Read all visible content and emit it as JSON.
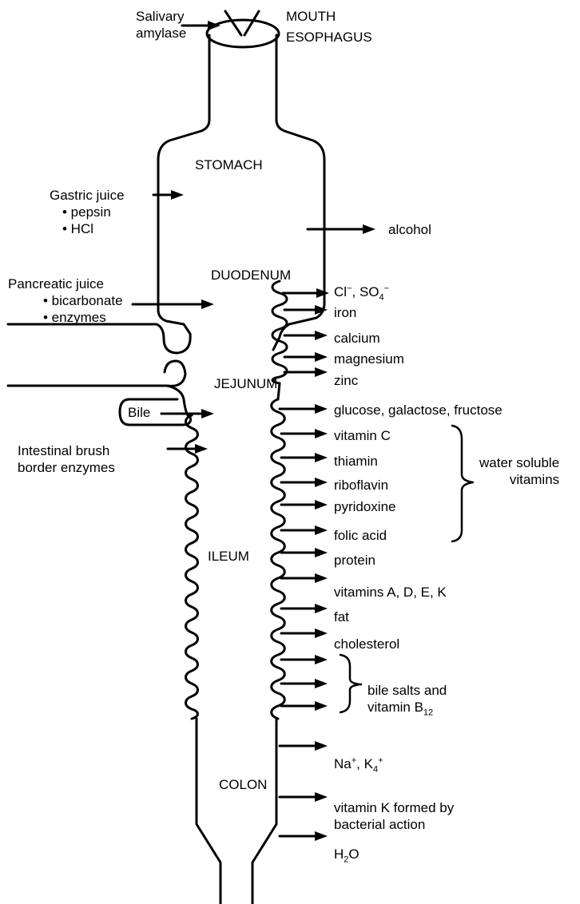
{
  "organs": {
    "mouth": "MOUTH",
    "esophagus": "ESOPHAGUS",
    "stomach": "STOMACH",
    "duodenum": "DUODENUM",
    "jejunum": "JEJUNUM",
    "ileum": "ILEUM",
    "colon": "COLON"
  },
  "secretions": {
    "salivary": [
      "Salivary",
      "amylase"
    ],
    "gastric": {
      "title": "Gastric juice",
      "items": [
        "• pepsin",
        "• HCl"
      ]
    },
    "pancreatic": {
      "title": "Pancreatic juice",
      "items": [
        "• bicarbonate",
        "• enzymes"
      ]
    },
    "bile": "Bile",
    "brush_border": [
      "Intestinal brush",
      "border enzymes"
    ]
  },
  "absorbed": {
    "stomach": "alcohol",
    "duodenum_ions": {
      "text": "Cl",
      "sup1": "−",
      "mid": ", SO",
      "sub": "4",
      "sup2": "−"
    },
    "duodenum": [
      "iron",
      "calcium",
      "magnesium",
      "zinc"
    ],
    "jejunum": [
      "glucose, galactose, fructose",
      "vitamin C",
      "thiamin",
      "riboflavin",
      "pyridoxine",
      "folic acid",
      "protein",
      "vitamins A, D, E, K",
      "fat",
      "cholesterol"
    ],
    "water_soluble": [
      "water soluble",
      "vitamins"
    ],
    "bile_salts": {
      "line1": "bile salts and",
      "line2": "vitamin B",
      "sub": "12"
    },
    "colon_ions": {
      "na": "Na",
      "na_sup": "+",
      "k": ", K",
      "k_sub": "4",
      "k_sup": "+"
    },
    "vitamin_k": [
      "vitamin K formed by",
      "bacterial action"
    ],
    "water": {
      "h": "H",
      "sub": "2",
      "o": "O"
    }
  }
}
